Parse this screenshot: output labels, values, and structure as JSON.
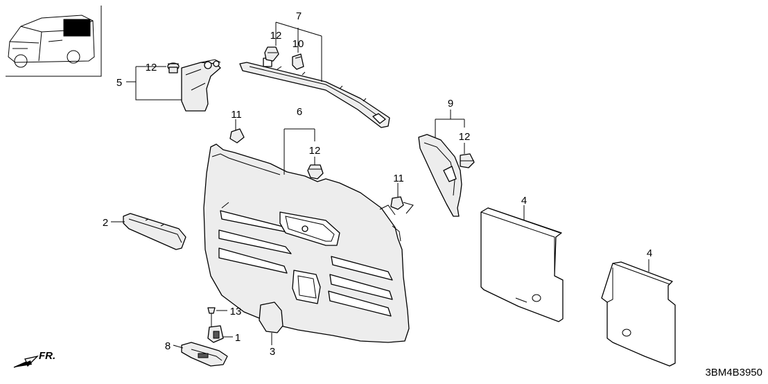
{
  "callouts": {
    "c1": "1",
    "c2": "2",
    "c3": "3",
    "c4a": "4",
    "c4b": "4",
    "c5": "5",
    "c6": "6",
    "c7": "7",
    "c8": "8",
    "c9": "9",
    "c10": "10",
    "c11a": "11",
    "c11b": "11",
    "c12a": "12",
    "c12b": "12",
    "c12c": "12",
    "c12d": "12",
    "c13": "13"
  },
  "direction_label": "FR.",
  "diagram_code": "3BM4B3950"
}
